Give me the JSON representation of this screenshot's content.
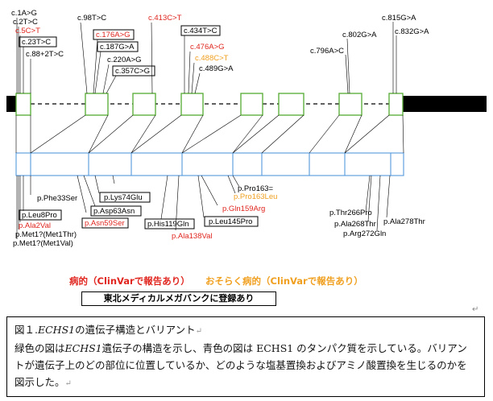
{
  "colors": {
    "exon_green": "#55aa33",
    "protein_blue": "#5599dd",
    "pathogenic_red": "#e0261f",
    "likely_pathogenic_orange": "#f0a020",
    "normal_black": "#000000"
  },
  "gene_variants": [
    {
      "label": "c.1A>G",
      "color": "#000000",
      "boxed": false
    },
    {
      "label": "c.2T>C",
      "color": "#000000",
      "boxed": false
    },
    {
      "label": "c.5C>T",
      "color": "#e0261f",
      "boxed": false
    },
    {
      "label": "c.23T>C",
      "color": "#000000",
      "boxed": true
    },
    {
      "label": "c.88+2T>C",
      "color": "#000000",
      "boxed": false
    },
    {
      "label": "c.98T>C",
      "color": "#000000",
      "boxed": false
    },
    {
      "label": "c.176A>G",
      "color": "#e0261f",
      "boxed": true
    },
    {
      "label": "c.187G>A",
      "color": "#000000",
      "boxed": true
    },
    {
      "label": "c.220A>G",
      "color": "#000000",
      "boxed": false
    },
    {
      "label": "c.357C>G",
      "color": "#000000",
      "boxed": true
    },
    {
      "label": "c.413C>T",
      "color": "#e0261f",
      "boxed": false
    },
    {
      "label": "c.434T>C",
      "color": "#000000",
      "boxed": true
    },
    {
      "label": "c.476A>G",
      "color": "#e0261f",
      "boxed": false
    },
    {
      "label": "c.488C>T",
      "color": "#f0a020",
      "boxed": false
    },
    {
      "label": "c.489G>A",
      "color": "#000000",
      "boxed": false
    },
    {
      "label": "c.796A>C",
      "color": "#000000",
      "boxed": false
    },
    {
      "label": "c.802G>A",
      "color": "#000000",
      "boxed": false
    },
    {
      "label": "c.815G>A",
      "color": "#000000",
      "boxed": false
    },
    {
      "label": "c.832G>A",
      "color": "#000000",
      "boxed": false
    }
  ],
  "protein_variants": [
    {
      "label": "p.Met1?(Met1Val)",
      "color": "#000000",
      "boxed": false
    },
    {
      "label": "p.Met1?(Met1Thr)",
      "color": "#000000",
      "boxed": false
    },
    {
      "label": "p.Ala2Val",
      "color": "#e0261f",
      "boxed": false
    },
    {
      "label": "p.Leu8Pro",
      "color": "#000000",
      "boxed": true
    },
    {
      "label": "p.Phe33Ser",
      "color": "#000000",
      "boxed": false
    },
    {
      "label": "p.Asn59Ser",
      "color": "#e0261f",
      "boxed": true
    },
    {
      "label": "p.Asp63Asn",
      "color": "#000000",
      "boxed": true
    },
    {
      "label": "p.Lys74Glu",
      "color": "#000000",
      "boxed": false
    },
    {
      "label": "p.His119Gln",
      "color": "#000000",
      "boxed": true
    },
    {
      "label": "p.Ala138Val",
      "color": "#e0261f",
      "boxed": false
    },
    {
      "label": "p.Leu145Pro",
      "color": "#000000",
      "boxed": true
    },
    {
      "label": "p.Gln159Arg",
      "color": "#e0261f",
      "boxed": false
    },
    {
      "label": "p.Pro163Leu",
      "color": "#f0a020",
      "boxed": false
    },
    {
      "label": "p.Pro163=",
      "color": "#000000",
      "boxed": false
    },
    {
      "label": "p.Thr266Pro",
      "color": "#000000",
      "boxed": false
    },
    {
      "label": "p.Ala268Thr",
      "color": "#000000",
      "boxed": false
    },
    {
      "label": "p.Arg272Gln",
      "color": "#000000",
      "boxed": false
    },
    {
      "label": "p.Ala278Thr",
      "color": "#000000",
      "boxed": false
    }
  ],
  "legend": {
    "pathogenic": "病的（ClinVarで報告あり）",
    "likely_pathogenic": "おそらく病的（ClinVarで報告あり）",
    "registered": "東北メディカルメガバンクに登録あり"
  },
  "return_mark": "↵",
  "caption": {
    "title_prefix": "図１.",
    "gene_name": "ECHS1",
    "title_suffix": "の遺伝子構造とバリアント",
    "line1_a": "緑色の図は",
    "line1_gene": "ECHS1",
    "line1_b": "遺伝子の構造を示し、青色の図は ECHS1 のタンパク質を示している。バリアントが遺伝子上のどの部位に位置しているか、どのような塩基置換およびアミノ酸置換を生じるのかを図示した。",
    "return_mark": "↵"
  }
}
